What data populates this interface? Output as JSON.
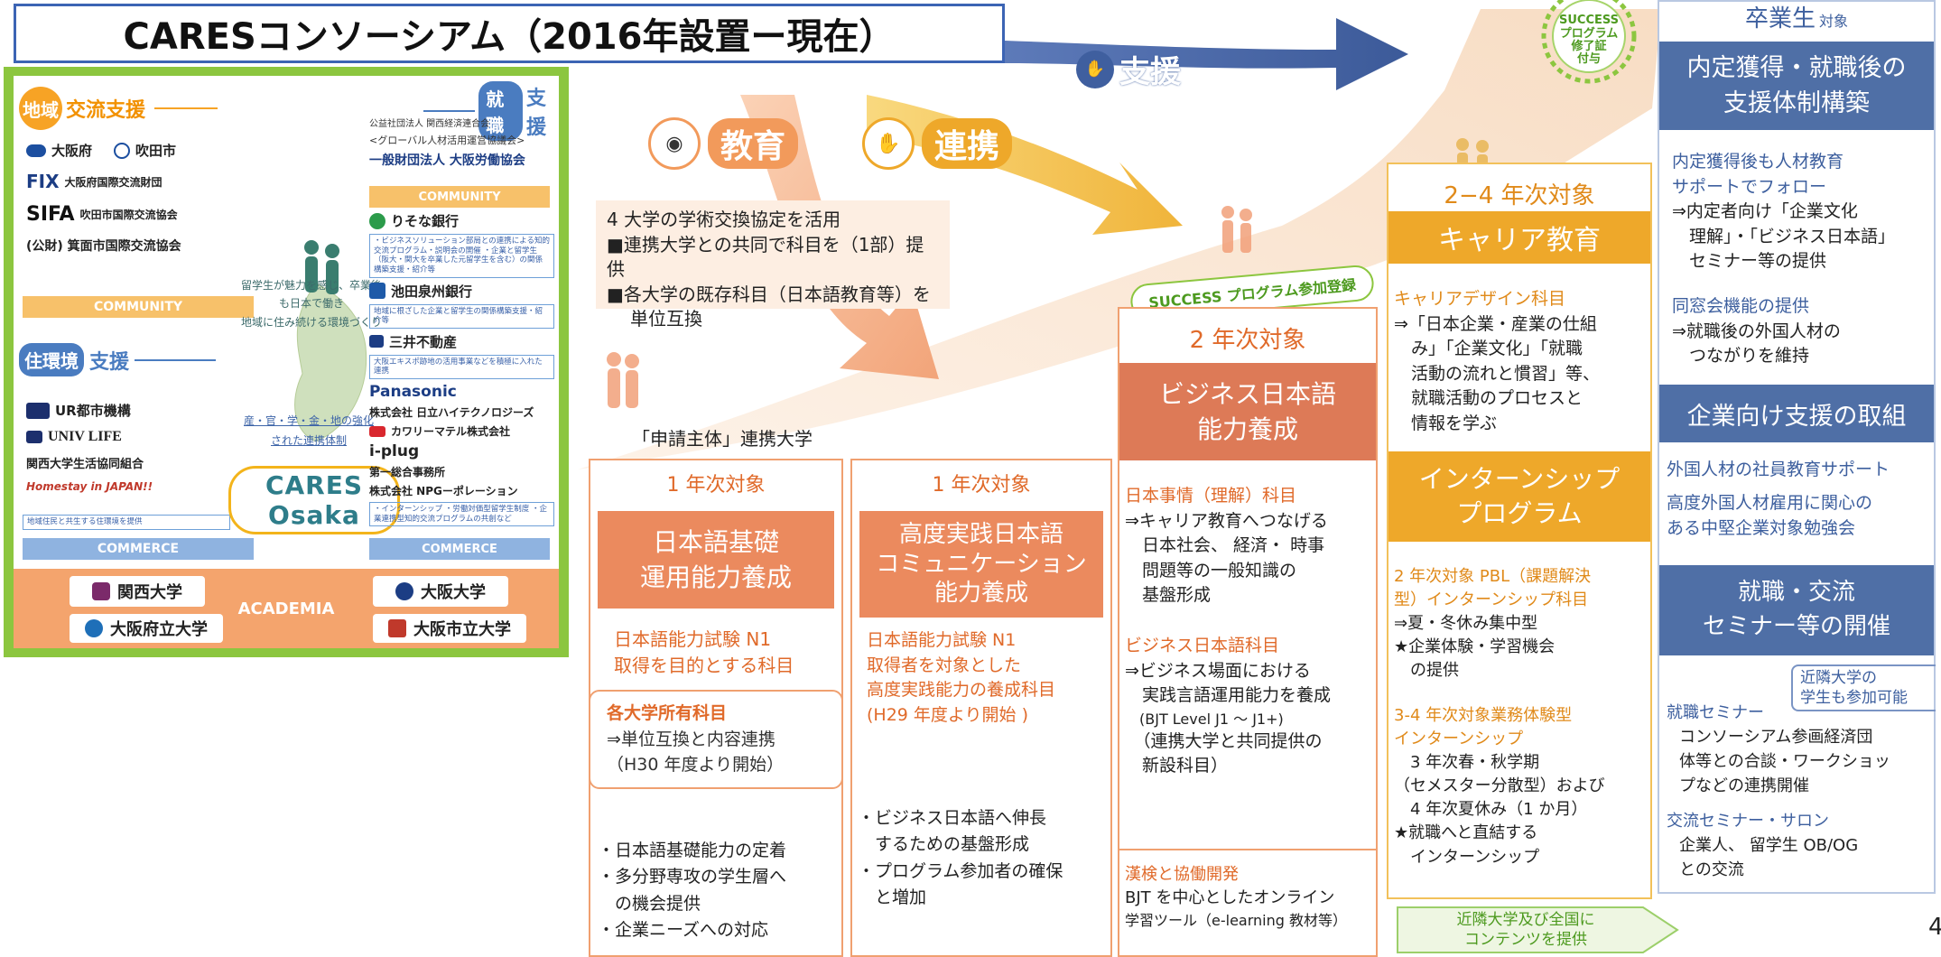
{
  "title": "CARESコンソーシアム（2016年設置ー現在）",
  "page_number": "4",
  "consortium": {
    "regional": {
      "badge": "地域",
      "heading": "交流支援",
      "orgs": [
        "大阪府",
        "吹田市",
        "FIX",
        "大阪府国際交流財団",
        "SIFA",
        "吹田市国際交流協会",
        "(公財) 箕面市国際交流協会"
      ],
      "community_label": "COMMUNITY"
    },
    "housing": {
      "heading": "住環境",
      "heading_suffix": "支援",
      "orgs": [
        "UR都市機構",
        "UNIV LIFE",
        "関西大学生活協同組合",
        "Homestay in JAPAN!!"
      ],
      "note": "地域住民と共生する住環境を提供",
      "commerce_label": "COMMERCE"
    },
    "employment": {
      "badge": "就職",
      "heading": "支援",
      "orgs_top": [
        "公益社団法人 関西経済連合会",
        "<グローバル人材活用運営協議会>",
        "一般財団法人 大阪労働協会"
      ],
      "community_label": "COMMUNITY",
      "bank1": "りそな銀行",
      "bank1_note": "・ビジネスソリューション部局との連携による知的交流プログラム・説明会の開催 ・企業と留学生（阪大・関大を卒業した元留学生を含む）の関係構築支援・紹介等",
      "bank2": "池田泉州銀行",
      "bank2_note": "地域に根ざした企業と留学生の関係構築支援・紹介等",
      "realestate": "三井不動産",
      "realestate_note": "大阪エキスポ跡地の活用事業などを積極に入れた連携",
      "corps": [
        "Panasonic",
        "株式会社 日立ハイテクノロジーズ",
        "カワリーマテル株式会社",
        "i-plug",
        "第一総合事務所",
        "株式会社 NPGーポレーション"
      ],
      "corps_note": "・インターンシップ ・労働対価型留学生制度 ・企業連携型知的交流プログラムの共創など",
      "commerce_label": "COMMERCE"
    },
    "center_text_1": "留学生が魅力を感じ、卒業後も日本で働き",
    "center_text_2": "地域に住み続ける環境づくり",
    "center_link": "産・官・学・金・地の強化された連携体制",
    "logo_text": "CARES Osaka",
    "academia_label": "ACADEMIA",
    "universities": [
      "関西大学",
      "大阪大学",
      "大阪府立大学",
      "大阪市立大学"
    ]
  },
  "flow": {
    "support": "支援",
    "education": "教育",
    "cooperation": "連携",
    "edu_box": {
      "line1": "4 大学の学術交換協定を活用",
      "line2": "■連携大学との共同で科目を（1部）提供",
      "line3": "■各大学の既存科目（日本語教育等）を",
      "line4": "単位互換"
    },
    "applicant_label": "「申請主体」連携大学",
    "success_banner": "SUCCESS プログラム参加登録",
    "success_seal": [
      "SUCCESS",
      "プログラム",
      "修了証",
      "付与"
    ]
  },
  "col1": {
    "year": "1 年次対象",
    "head": [
      "日本語基礎",
      "運用能力養成"
    ],
    "desc": [
      "日本語能力試験 N1",
      "取得を目的とする科目"
    ],
    "sub_title": "各大学所有科目",
    "sub_lines": [
      "⇒単位互換と内容連携",
      "（H30 年度より開始）"
    ],
    "bullets": [
      "・日本語基礎能力の定着",
      "・多分野専攻の学生層へ",
      "　の機会提供",
      "・企業ニーズへの対応"
    ]
  },
  "col2": {
    "year": "1 年次対象",
    "head": [
      "高度実践日本語",
      "コミュニケーション",
      "能力養成"
    ],
    "desc": [
      "日本語能力試験 N1",
      "取得者を対象とした",
      "高度実践能力の養成科目",
      "(H29 年度より開始 )"
    ],
    "bullets": [
      "・ビジネス日本語へ伸長",
      "　するための基盤形成",
      "・プログラム参加者の確保",
      "　と増加"
    ]
  },
  "col3": {
    "year": "2 年次対象",
    "head": [
      "ビジネス日本語",
      "能力養成"
    ],
    "s1_title": "日本事情（理解）科目",
    "s1_lines": [
      "⇒キャリア教育へつなげる",
      "　日本社会、 経済・ 時事",
      "　問題等の一般知識の",
      "　基盤形成"
    ],
    "s2_title": "ビジネス日本語科目",
    "s2_lines": [
      "⇒ビジネス場面における",
      "　実践言語運用能力を養成",
      "　(BJT Level J1 ～ J1+)",
      "　（連携大学と共同提供の",
      "　新設科目）"
    ],
    "s3_title": "漢検と協働開発",
    "s3_lines": [
      "BJT を中心としたオンライン",
      "学習ツール（e-learning 教材等）"
    ]
  },
  "col4": {
    "year": "2−4 年次対象",
    "head1": "キャリア教育",
    "s1_title": "キャリアデザイン科目",
    "s1_lines": [
      "⇒「日本企業・産業の仕組",
      "　み」「企業文化」「就職",
      "　活動の流れと慣習」等、",
      "　就職活動のプロセスと",
      "　情報を学ぶ"
    ],
    "head2": [
      "インターンシップ",
      "プログラム"
    ],
    "s2_title": [
      "2 年次対象 PBL（課題解決",
      "型）インターンシップ科目"
    ],
    "s2_lines": [
      "⇒夏・冬休み集中型",
      "★企業体験・学習機会",
      "　の提供"
    ],
    "s3_title": [
      "3-4 年次対象業務体験型",
      "インターンシップ"
    ],
    "s3_lines": [
      "　3 年次春・秋学期",
      "（セメスター分散型）および",
      "　4 年次夏休み（1 か月）",
      "★就職へと直結する",
      "　インターンシップ"
    ],
    "bottom_arrow": [
      "近隣大学及び全国に",
      "コンテンツを提供"
    ]
  },
  "col5": {
    "target": "卒業生",
    "target_suffix": "対象",
    "head1": [
      "内定獲得・就職後の",
      "支援体制構築"
    ],
    "s1_title": [
      "内定獲得後も人材教育",
      "サポートでフォロー"
    ],
    "s1_lines": [
      "⇒内定者向け「企業文化",
      "　理解」・「ビジネス日本語」",
      "　セミナー等の提供"
    ],
    "s2_title": "同窓会機能の提供",
    "s2_lines": [
      "⇒就職後の外国人材の",
      "　つながりを維持"
    ],
    "head2": "企業向け支援の取組",
    "s3_lines": [
      "外国人材の社員教育サポート",
      "高度外国人材雇用に関心の",
      "ある中堅企業対象勉強会"
    ],
    "head3": [
      "就職・交流",
      "セミナー等の開催"
    ],
    "bracket_note": [
      "近隣大学の",
      "学生も参加可能"
    ],
    "s4_title": "就職セミナー",
    "s4_lines": [
      "コンソーシアム参画経済団",
      "体等との合談・ワークショッ",
      "プなどの連携開催"
    ],
    "s5_title": "交流セミナー・サロン",
    "s5_lines": [
      "企業人、 留学生 OB/OG",
      "との交流"
    ]
  },
  "colors": {
    "title_border": "#3c64b4",
    "panel_green": "#8cc63f",
    "accent_orange": "#eb8a5e",
    "accent_yellow": "#eea82a",
    "accent_blue": "#4f6fa6",
    "arrow_navy": "#3f5f9f"
  }
}
